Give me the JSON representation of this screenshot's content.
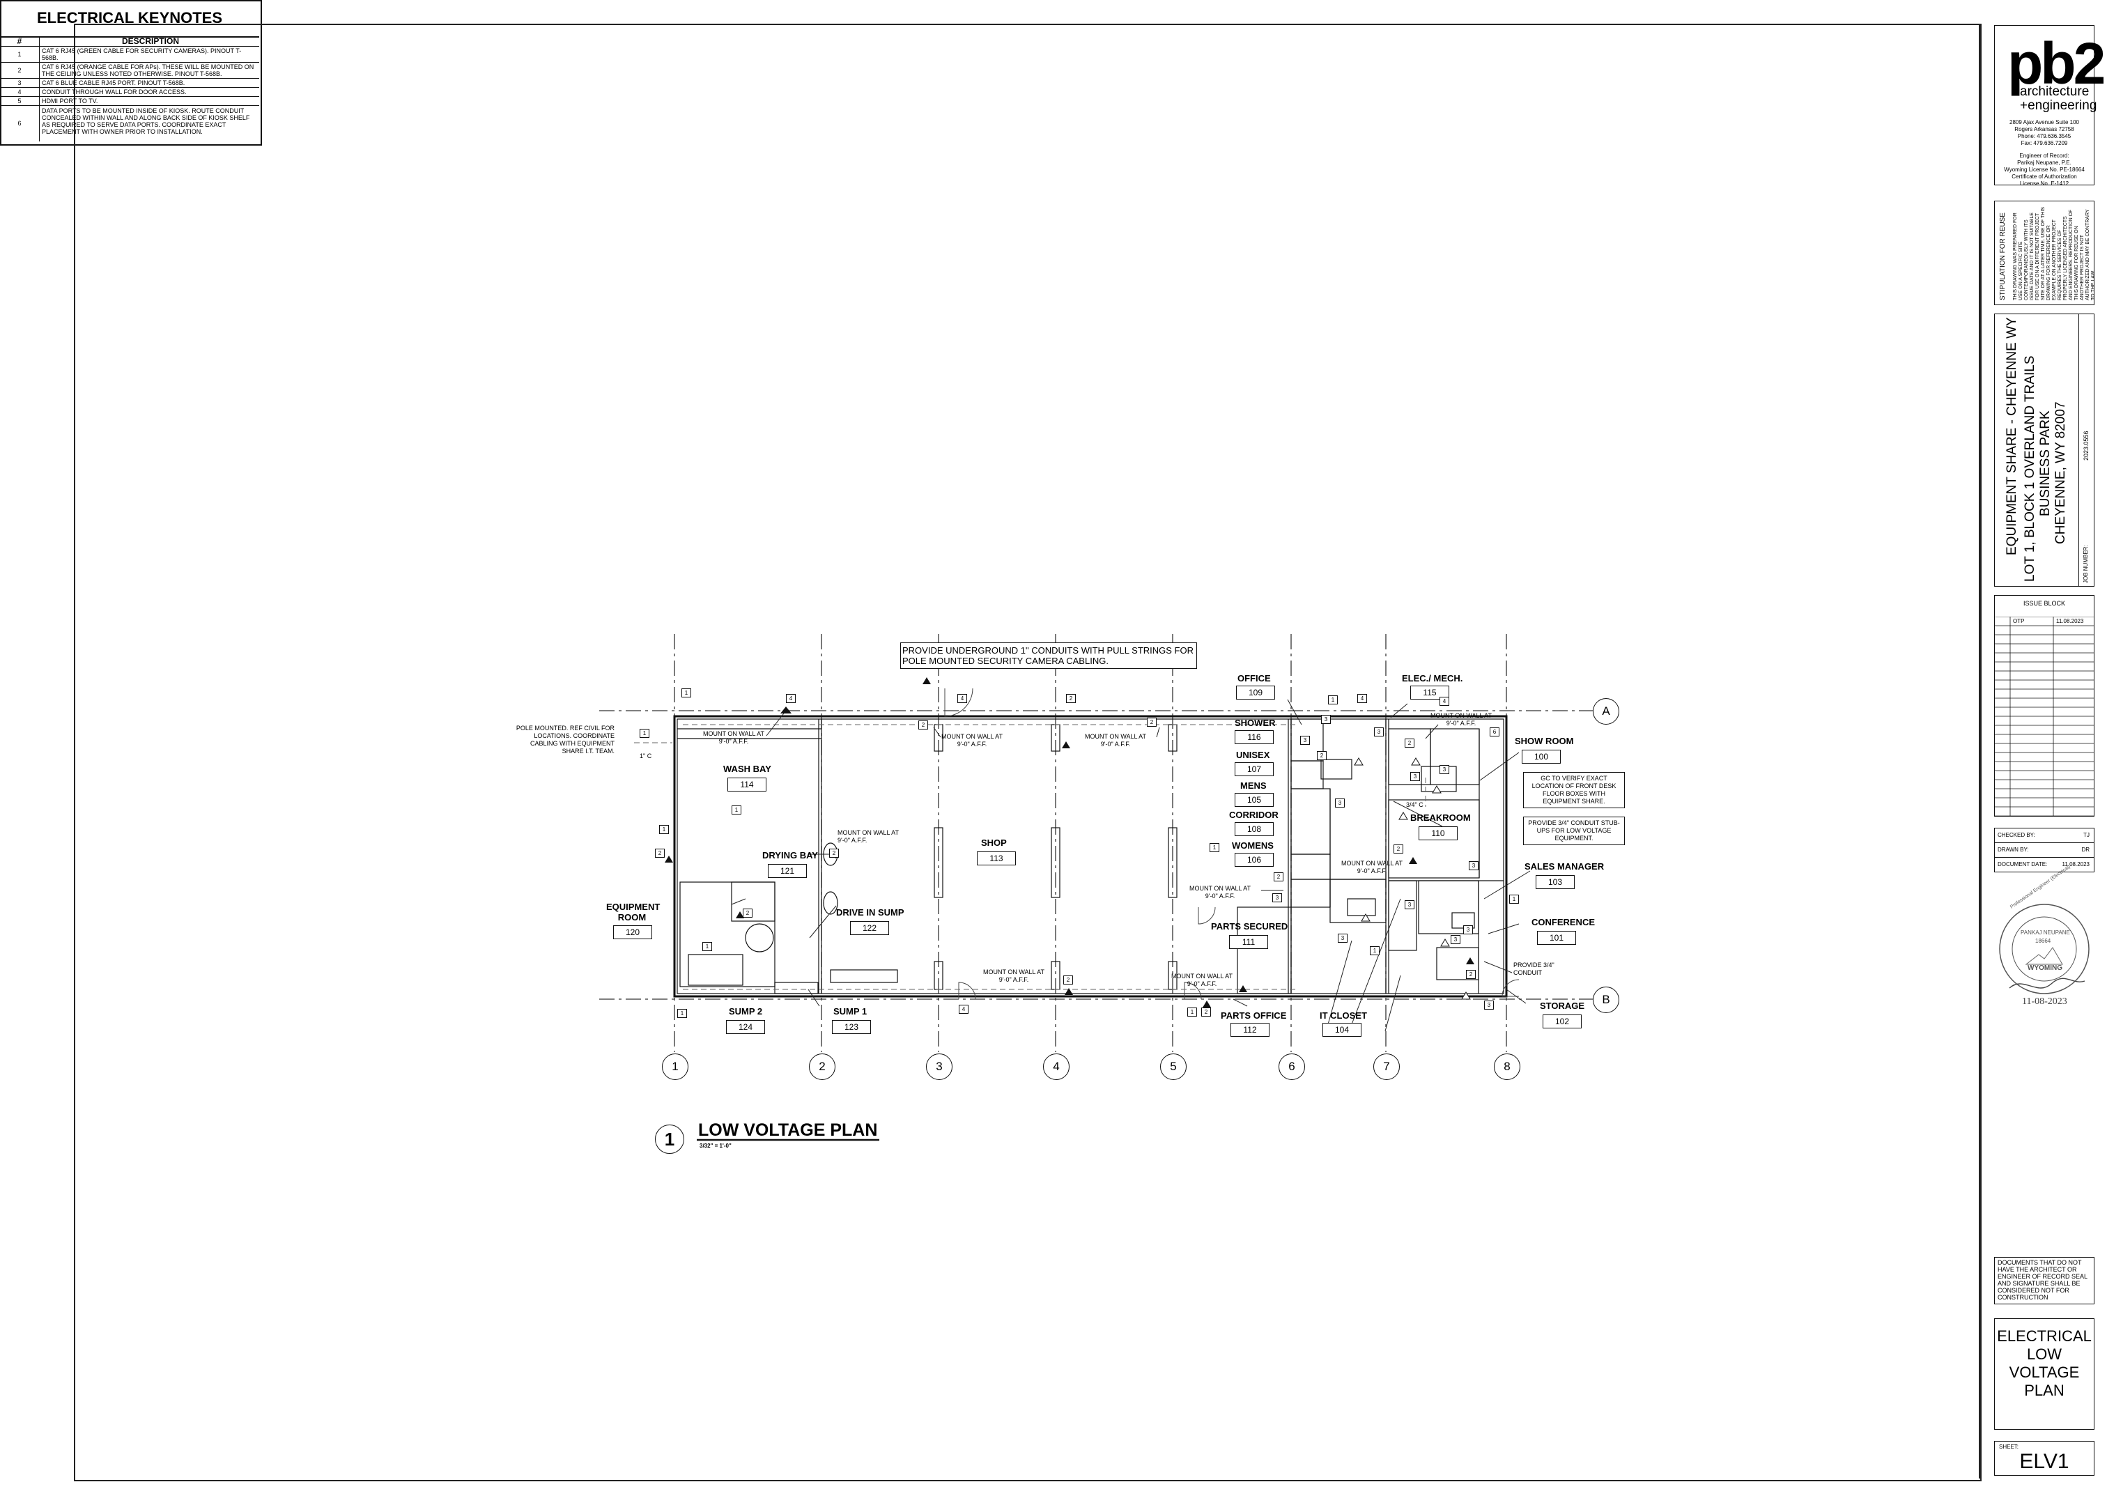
{
  "keynotes": {
    "title": "ELECTRICAL KEYNOTES",
    "col_num": "#",
    "col_desc": "DESCRIPTION",
    "rows": [
      {
        "num": "1",
        "desc": "CAT 6 RJ45 (GREEN CABLE FOR SECURITY CAMERAS). PINOUT T-568B."
      },
      {
        "num": "2",
        "desc": "CAT 6 RJ45 (ORANGE CABLE FOR APs). THESE WILL BE MOUNTED ON THE CEILING UNLESS NOTED OTHERWISE. PINOUT T-568B."
      },
      {
        "num": "3",
        "desc": "CAT 6 BLUE CABLE RJ45 PORT. PINOUT T-568B."
      },
      {
        "num": "4",
        "desc": "CONDUIT THROUGH WALL FOR DOOR ACCESS."
      },
      {
        "num": "5",
        "desc": "HDMI PORT TO TV."
      },
      {
        "num": "6",
        "desc": "DATA PORTS TO BE MOUNTED INSIDE OF KIOSK. ROUTE CONDUIT CONCEALED WITHIN WALL AND ALONG BACK SIDE OF KIOSK SHELF AS REQUIRED TO SERVE DATA PORTS. COORDINATE EXACT PLACEMENT WITH OWNER PRIOR TO INSTALLATION."
      }
    ]
  },
  "firm": {
    "logo": "pb2",
    "line1": "architecture",
    "line2": "+engineering",
    "address": [
      "2809 Ajax Avenue Suite 100",
      "Rogers Arkansas 72758",
      "Phone: 479.636.3545",
      "Fax: 479.636.7209"
    ],
    "record": [
      "Engineer of Record:",
      "Parikaj Neupane, P.E.",
      "Wyoming License No. PE-18664",
      "Certificate of Authorization",
      "License No. E-1412"
    ]
  },
  "stipulation": {
    "title": "STIPULATION FOR REUSE",
    "text": "THIS DRAWING WAS PREPARED FOR USE ON A SPECIFIC SITE CONTEMPORANEOUSLY WITH ITS ISSUE DATE AND IT IS NOT SUITABLE FOR USE ON A DIFFERENT PROJECT SITE OR AT A LATER TIME. USE OF THIS DRAWING FOR REFERENCE OR EXAMPLE ON ANOTHER PROJECT REQUIRES THE SERVICES OF PROPERLY LICENSED ARCHITECTS AND ENGINEERS. REPRODUCTION OF THIS DRAWING FOR REUSE ON ANOTHER PROJECT IS NOT AUTHORIZED AND MAY BE CONTRARY TO THE LAW."
  },
  "project": {
    "name": "EQUIPMENT SHARE - CHEYENNE WY",
    "line2": "LOT 1, BLOCK 1 OVERLAND TRAILS",
    "line3": "BUSINESS PARK",
    "line4": "CHEYENNE, WY 82007",
    "job_label": "JOB NUMBER:",
    "job_number": "2023.0556"
  },
  "issue_block": {
    "title": "ISSUE BLOCK",
    "entries": [
      {
        "label": "OTP",
        "date": "11.08.2023"
      }
    ]
  },
  "checks": {
    "checked_label": "CHECKED BY:",
    "checked_value": "TJ",
    "drawn_label": "DRAWN BY:",
    "drawn_value": "DR",
    "date_label": "DOCUMENT DATE:",
    "date_value": "11.08.2023"
  },
  "seal": {
    "ring_top": "Professional Engineer (Electrical)",
    "name": "PANKAJ NEUPANE",
    "number": "18664",
    "state": "WYOMING",
    "date": "11-08-2023"
  },
  "disclaimer": "DOCUMENTS THAT DO NOT HAVE THE ARCHITECT OR ENGINEER OF RECORD SEAL AND SIGNATURE SHALL BE CONSIDERED NOT FOR CONSTRUCTION",
  "sheet": {
    "title1": "ELECTRICAL",
    "title2": "LOW",
    "title3": "VOLTAGE",
    "title4": "PLAN",
    "label": "SHEET:",
    "number": "ELV1"
  },
  "plan": {
    "title_num": "1",
    "title": "LOW VOLTAGE PLAN",
    "scale": "3/32\" = 1'-0\"",
    "grid_cols": [
      "1",
      "2",
      "3",
      "4",
      "5",
      "6",
      "7",
      "8"
    ],
    "grid_rows": [
      "A",
      "B"
    ],
    "rooms": [
      {
        "name": "WASH BAY",
        "num": "114"
      },
      {
        "name": "DRYING BAY",
        "num": "121"
      },
      {
        "name": "EQUIPMENT ROOM",
        "num": "120"
      },
      {
        "name": "DRIVE IN SUMP",
        "num": "122"
      },
      {
        "name": "SUMP 2",
        "num": "124"
      },
      {
        "name": "SUMP 1",
        "num": "123"
      },
      {
        "name": "SHOP",
        "num": "113"
      },
      {
        "name": "OFFICE",
        "num": "109"
      },
      {
        "name": "SHOWER",
        "num": "116"
      },
      {
        "name": "UNISEX",
        "num": "107"
      },
      {
        "name": "MENS",
        "num": "105"
      },
      {
        "name": "CORRIDOR",
        "num": "108"
      },
      {
        "name": "WOMENS",
        "num": "106"
      },
      {
        "name": "PARTS SECURED",
        "num": "111"
      },
      {
        "name": "PARTS OFFICE",
        "num": "112"
      },
      {
        "name": "IT CLOSET",
        "num": "104"
      },
      {
        "name": "ELEC./ MECH.",
        "num": "115"
      },
      {
        "name": "SHOW ROOM",
        "num": "100"
      },
      {
        "name": "BREAKROOM",
        "num": "110"
      },
      {
        "name": "SALES MANAGER",
        "num": "103"
      },
      {
        "name": "CONFERENCE",
        "num": "101"
      },
      {
        "name": "STORAGE",
        "num": "102"
      }
    ],
    "notes": {
      "conduits": "PROVIDE UNDERGROUND 1\" CONDUITS WITH PULL STRINGS FOR POLE MOUNTED SECURITY CAMERA CABLING.",
      "pole": "POLE MOUNTED. REF CIVIL FOR LOCATIONS. COORDINATE CABLING WITH EQUIPMENT SHARE I.T. TEAM.",
      "one_c": "1\" C",
      "mount": "MOUNT ON WALL AT 9'-0\" A.F.F.",
      "three_quarter_c": "3/4\" C",
      "gc_verify": "GC TO VERIFY EXACT LOCATION OF FRONT DESK FLOOR BOXES WITH EQUIPMENT SHARE.",
      "stub_ups": "PROVIDE 3/4\" CONDUIT STUB-UPS FOR LOW VOLTAGE EQUIPMENT.",
      "provide_conduit": "PROVIDE 3/4\" CONDUIT"
    }
  }
}
